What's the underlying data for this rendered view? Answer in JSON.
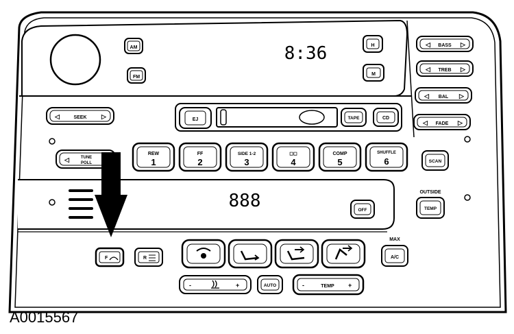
{
  "figure_id": "A0015567",
  "radio": {
    "clock": "8:36",
    "am_label": "AM",
    "fm_label": "FM",
    "tune_up": "",
    "tune_down": "",
    "seek_label": "SEEK",
    "tune_label": "TUNE",
    "tune_sub": "POLL",
    "eject_label": "EJ",
    "tape_label": "TAPE",
    "cd_label": "CD",
    "scan_label": "SCAN",
    "audio": [
      "BASS",
      "TREB",
      "BAL",
      "FADE"
    ],
    "presets": [
      {
        "top": "REW",
        "num": "1"
      },
      {
        "top": "FF",
        "num": "2"
      },
      {
        "top": "SIDE 1-2",
        "num": "3"
      },
      {
        "top": "◻◻",
        "num": "4"
      },
      {
        "top": "COMP",
        "num": "5"
      },
      {
        "top": "SHUFFLE",
        "num": "6"
      }
    ]
  },
  "climate": {
    "display": "888",
    "off_label": "OFF",
    "outside_label": "OUTSIDE",
    "temp_btn_label": "TEMP",
    "max_label": "MAX",
    "ac_label": "A/C",
    "auto_label": "AUTO",
    "fan_minus": "-",
    "fan_plus": "+",
    "temp_label": "TEMP",
    "temp_minus": "-",
    "temp_plus": "+",
    "front_defrost": "F",
    "rear_defrost": "R"
  }
}
